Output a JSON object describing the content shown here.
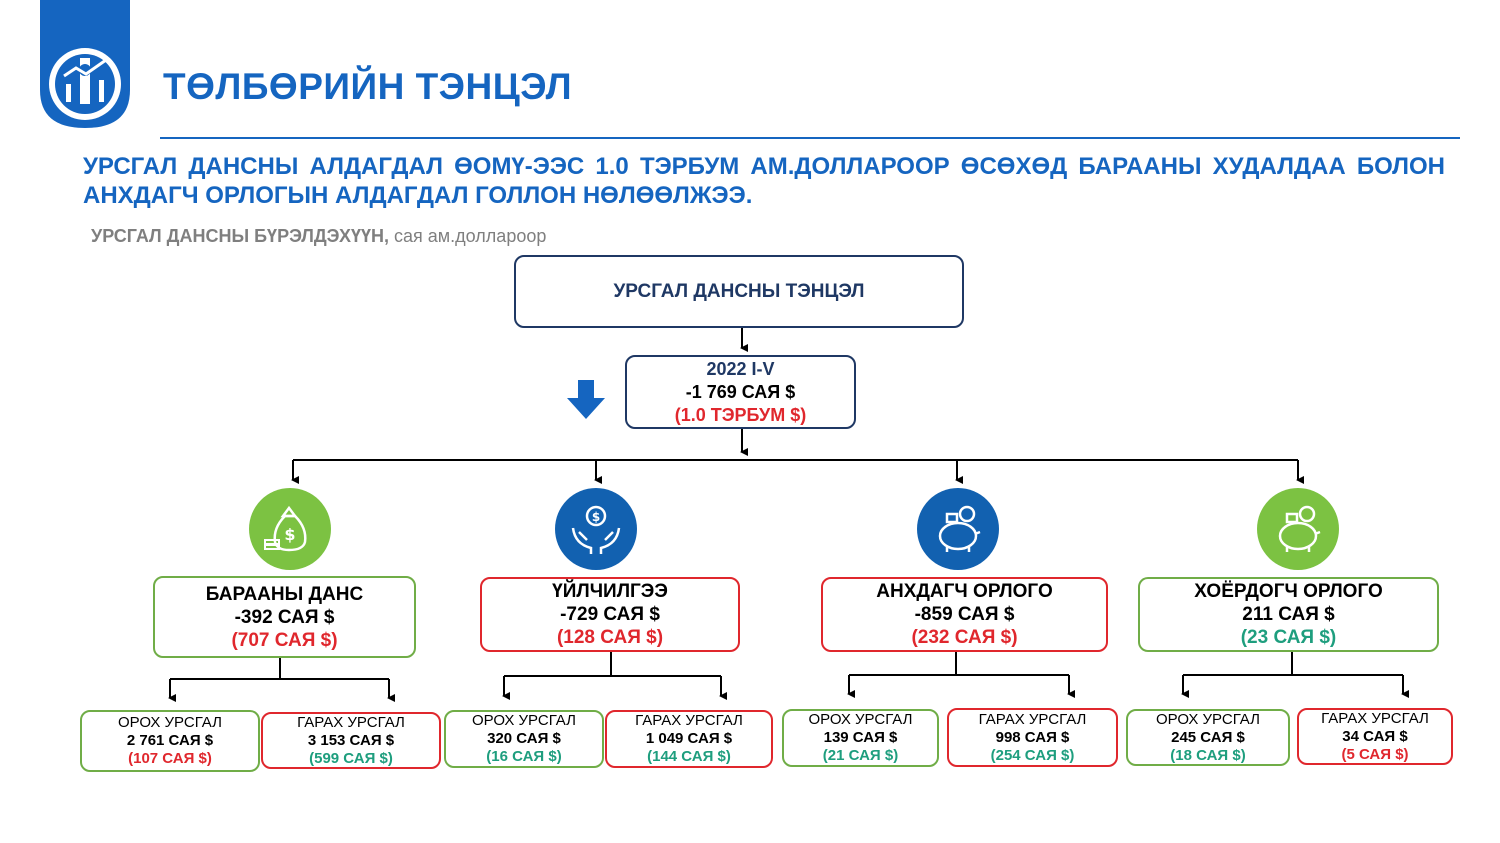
{
  "header": {
    "title": "ТӨЛБӨРИЙН ТЭНЦЭЛ",
    "headline": "УРСГАЛ ДАНСНЫ АЛДАГДАЛ ӨОМҮ-ЭЭС 1.0 ТЭРБУМ АМ.ДОЛЛАРООР ӨСӨХӨД БАРААНЫ ХУДАЛДАА БОЛОН АНХДАГЧ ОРЛОГЫН АЛДАГДАЛ  ГОЛЛОН НӨЛӨӨЛЖЭЭ.",
    "subtitle_bold": "УРСГАЛ ДАНСНЫ БҮРЭЛДЭХҮҮН,",
    "subtitle_rest": " сая ам.доллароор"
  },
  "colors": {
    "brand_blue": "#1565c0",
    "navy": "#1f3864",
    "increase_red": "#e0272d",
    "decrease_green": "#1e9e7e",
    "box_green": "#70ad47"
  },
  "diagram": {
    "root": {
      "label": "УРСГАЛ ДАНСНЫ ТЭНЦЭЛ"
    },
    "total": {
      "period": "2022 I-V",
      "value": "-1 769 САЯ $",
      "change": "(1.0 ТЭРБУМ $)",
      "trend_icon": "down-arrow-icon"
    },
    "categories": [
      {
        "name": "БАРААНЫ ДАНС",
        "value": "-392 САЯ $",
        "change": "(707 САЯ $)",
        "icon": "money-bag-icon",
        "inflow": {
          "label": "ОРОХ УРСГАЛ",
          "value": "2 761 САЯ $",
          "change": "(107 САЯ $)"
        },
        "outflow": {
          "label": "ГАРАХ УРСГАЛ",
          "value": "3 153 САЯ $",
          "change": "(599 САЯ $)"
        }
      },
      {
        "name": "ҮЙЛЧИЛГЭЭ",
        "value": "-729 САЯ $",
        "change": "(128 САЯ $)",
        "icon": "hands-coin-icon",
        "inflow": {
          "label": "ОРОХ УРСГАЛ",
          "value": "320 САЯ $",
          "change": "(16 САЯ $)"
        },
        "outflow": {
          "label": "ГАРАХ УРСГАЛ",
          "value": "1 049 САЯ $",
          "change": "(144 САЯ $)"
        }
      },
      {
        "name": "АНХДАГЧ ОРЛОГО",
        "value": "-859 САЯ $",
        "change": "(232 САЯ $)",
        "icon": "piggy-bank-icon",
        "inflow": {
          "label": "ОРОХ УРСГАЛ",
          "value": "139 САЯ $",
          "change": "(21 САЯ $)"
        },
        "outflow": {
          "label": "ГАРАХ УРСГАЛ",
          "value": "998 САЯ $",
          "change": "(254 САЯ $)"
        }
      },
      {
        "name": "ХОЁРДОГЧ ОРЛОГО",
        "value": "211 САЯ $",
        "change": "(23 САЯ $)",
        "icon": "piggy-bank-icon",
        "inflow": {
          "label": "ОРОХ УРСГАЛ",
          "value": "245 САЯ $",
          "change": "(18 САЯ $)"
        },
        "outflow": {
          "label": "ГАРАХ УРСГАЛ",
          "value": "34 САЯ $",
          "change": "(5 САЯ $)"
        }
      }
    ]
  }
}
